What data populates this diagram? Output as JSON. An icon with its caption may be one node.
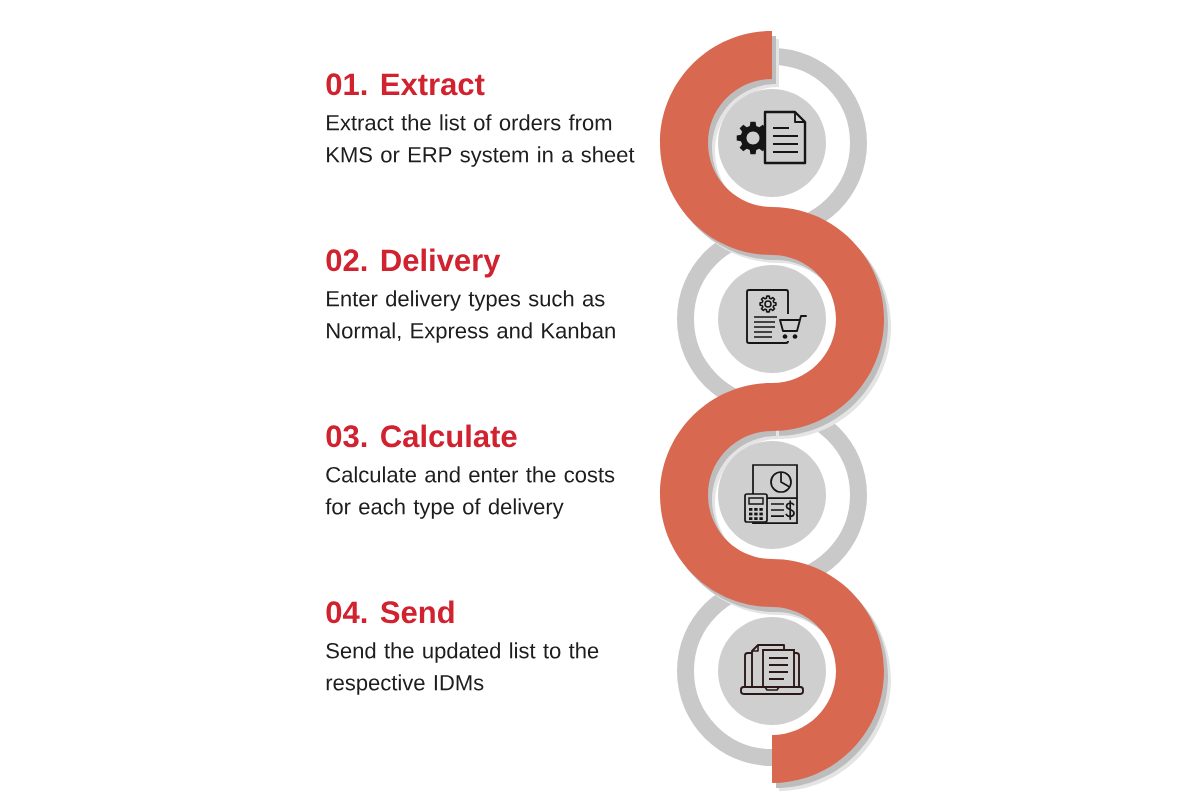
{
  "diagram": {
    "nodes": [
      {
        "text": [],
        "shape": "circle",
        "beside": [
          "01. Extract",
          "Extract the list of orders from KMS or ERP system in a sheet"
        ]
      },
      {
        "text": [],
        "shape": "circle",
        "beside": [
          "02. Delivery",
          "Enter delivery types such as Normal, Express and Kanban"
        ]
      },
      {
        "text": [],
        "shape": "circle",
        "beside": [
          "03. Calculate",
          "Calculate and enter the costs for each type of delivery"
        ]
      },
      {
        "text": [],
        "shape": "circle",
        "beside": [
          "04. Send",
          "Send the updated list to the respective IDMs"
        ]
      }
    ]
  }
}
